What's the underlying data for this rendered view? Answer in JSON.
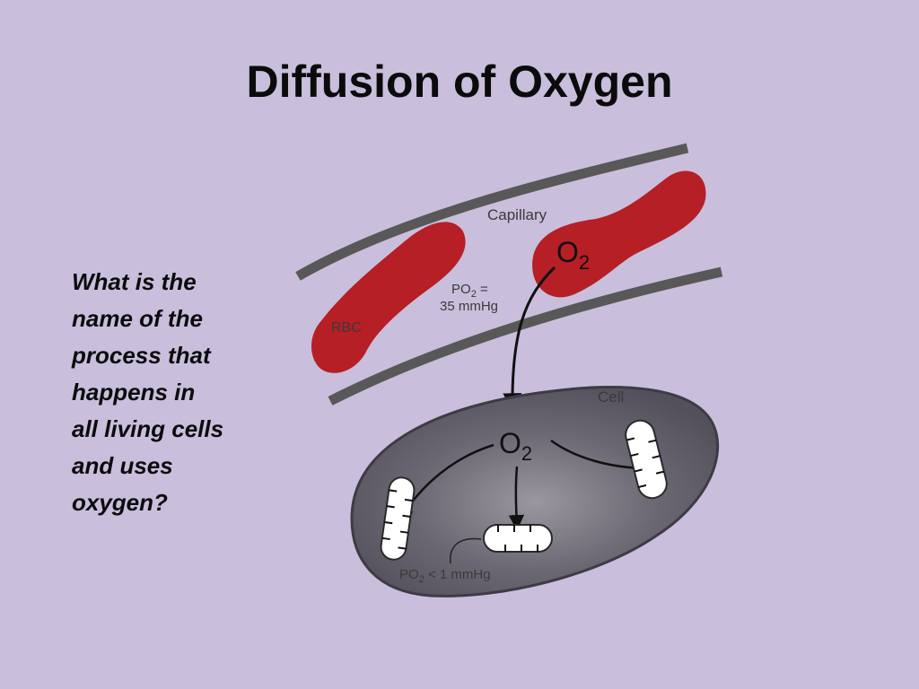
{
  "slide": {
    "title": "Diffusion of Oxygen",
    "question_lines": [
      "What is the",
      "name of the",
      "process that",
      "happens in",
      "all living cells",
      "and uses",
      "oxygen?"
    ],
    "colors": {
      "background": "#c9bfdc",
      "rbc": "#b51f25",
      "vessel_wall": "#585858",
      "cell_body": "#5f5b66",
      "mitochondria": "#ffffff"
    }
  },
  "diagram": {
    "capillary_label": "Capillary",
    "rbc_label": "RBC",
    "po2_capillary_line1": "PO",
    "po2_capillary_sub": "2",
    "po2_capillary_eq": " =",
    "po2_capillary_line2": "35 mmHg",
    "o2_top": "O",
    "o2_top_sub": "2",
    "cell_label": "Cell",
    "o2_cell": "O",
    "o2_cell_sub": "2",
    "po2_cell_prefix": "PO",
    "po2_cell_sub": "2",
    "po2_cell_value": " < 1 mmHg"
  }
}
